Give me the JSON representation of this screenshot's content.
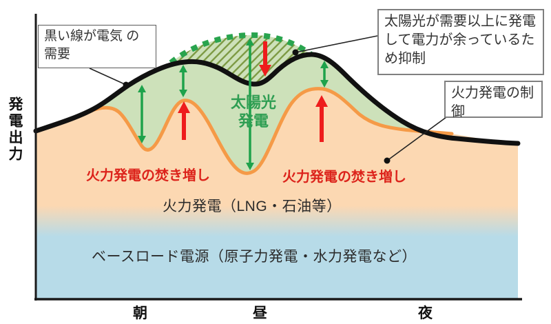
{
  "y_axis_label": "発電出力",
  "x_axis_labels": [
    "朝",
    "昼",
    "夜"
  ],
  "callouts": {
    "demand": "黒い線が電気\nの需要",
    "curtailment": "太陽光が需要以上に発電して電力が余っているため抑制",
    "thermal_control": "火力発電の制御"
  },
  "labels": {
    "solar": "太陽光\n発電",
    "thermal_boost_left": "火力発電の焚き増し",
    "thermal_boost_right": "火力発電の焚き増し",
    "thermal_band": "火力発電（LNG・石油等）",
    "baseload_band": "ベースロード電源（原子力発電・水力発電など）"
  },
  "colors": {
    "demand_line": "#111111",
    "solar_fill": "#cde1ba",
    "solar_dashed": "#29a44e",
    "hatch": "#7e9b45",
    "thermal_fill": "#fcd8b2",
    "thermal_line": "#f59a47",
    "baseload_fill": "#b7dbe8",
    "green_arrow": "#1ea24b",
    "red_arrow": "#ee1c1c",
    "red_text": "#dc231b"
  }
}
